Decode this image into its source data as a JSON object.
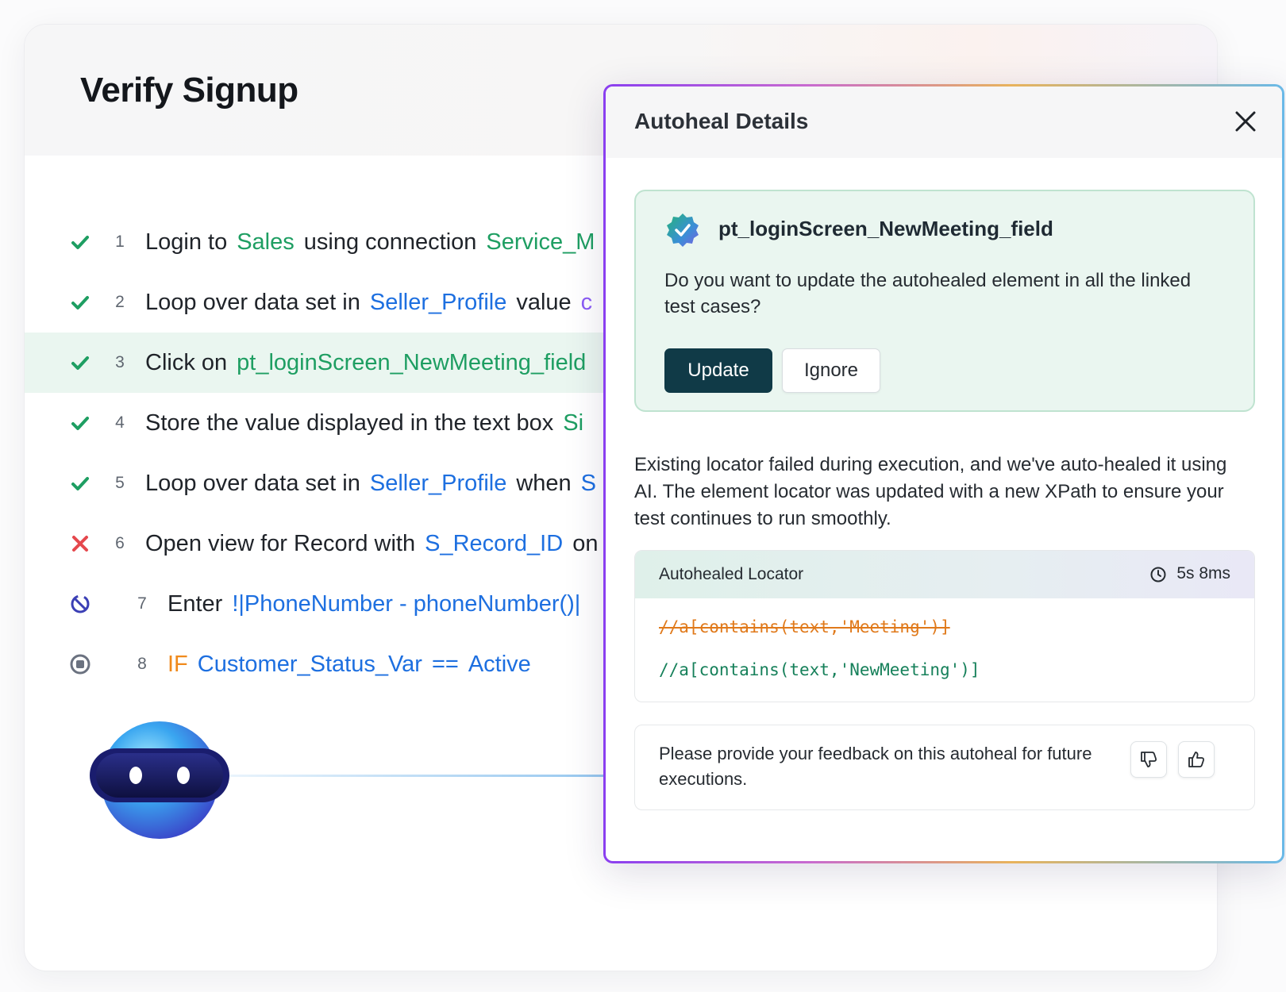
{
  "page": {
    "title": "Verify Signup"
  },
  "steps": [
    {
      "num": "1",
      "status": "passed",
      "parts": [
        {
          "text": "Login to",
          "style": "plain"
        },
        {
          "text": "Sales",
          "style": "g"
        },
        {
          "text": "using connection",
          "style": "plain"
        },
        {
          "text": "Service_M",
          "style": "g"
        }
      ]
    },
    {
      "num": "2",
      "status": "passed",
      "parts": [
        {
          "text": "Loop over data set in",
          "style": "plain"
        },
        {
          "text": "Seller_Profile",
          "style": "b"
        },
        {
          "text": "value",
          "style": "plain"
        },
        {
          "text": "c",
          "style": "p"
        }
      ]
    },
    {
      "num": "3",
      "status": "passed",
      "parts": [
        {
          "text": "Click on",
          "style": "plain"
        },
        {
          "text": "pt_loginScreen_NewMeeting_field",
          "style": "g"
        }
      ]
    },
    {
      "num": "4",
      "status": "passed",
      "parts": [
        {
          "text": "Store the value displayed in the text box",
          "style": "plain"
        },
        {
          "text": "Si",
          "style": "g"
        }
      ]
    },
    {
      "num": "5",
      "status": "passed",
      "parts": [
        {
          "text": "Loop over data set in",
          "style": "plain"
        },
        {
          "text": "Seller_Profile",
          "style": "b"
        },
        {
          "text": "when",
          "style": "plain"
        },
        {
          "text": "S",
          "style": "b"
        }
      ]
    },
    {
      "num": "6",
      "status": "failed",
      "parts": [
        {
          "text": "Open view for Record with",
          "style": "plain"
        },
        {
          "text": "S_Record_ID",
          "style": "b"
        },
        {
          "text": "on",
          "style": "plain"
        }
      ]
    },
    {
      "num": "7",
      "status": "skipped",
      "parts": [
        {
          "text": "Enter",
          "style": "plain"
        },
        {
          "text": "!|PhoneNumber - phoneNumber()|",
          "style": "b"
        }
      ]
    },
    {
      "num": "8",
      "status": "not-run",
      "parts": [
        {
          "text": "IF",
          "style": "o"
        },
        {
          "text": "Customer_Status_Var",
          "style": "b"
        },
        {
          "text": "==",
          "style": "b"
        },
        {
          "text": "Active",
          "style": "b"
        }
      ]
    }
  ],
  "panel": {
    "title": "Autoheal Details",
    "element_name": "pt_loginScreen_NewMeeting_field",
    "question": "Do you want to update the autohealed element in all the linked test cases?",
    "update_label": "Update",
    "ignore_label": "Ignore",
    "explanation": "Existing locator failed during execution, and we've auto-healed it using AI. The element locator was updated with a new XPath to ensure your test continues to run smoothly.",
    "locator": {
      "title": "Autohealed Locator",
      "duration": "5s 8ms",
      "old_xpath": "//a[contains(text,'Meeting')]",
      "new_xpath": "//a[contains(text,'NewMeeting')]"
    },
    "feedback_text": "Please provide your feedback on this autoheal for future executions."
  },
  "colors": {
    "passed": "#1e9e62",
    "failed": "#e5484d",
    "skipped": "#3b3fb5",
    "not_run": "#6b7280",
    "link_green": "#1e9e62",
    "link_blue": "#1d6fe0",
    "keyword_orange": "#f08a1c",
    "primary_button": "#103a47"
  },
  "icons": {
    "passed": "check-icon",
    "failed": "x-icon",
    "skipped": "skip-icon",
    "not_run": "stop-icon",
    "verified": "verified-badge-icon",
    "close": "close-icon",
    "clock": "clock-icon",
    "thumbs_down": "thumbs-down-icon",
    "thumbs_up": "thumbs-up-icon"
  }
}
